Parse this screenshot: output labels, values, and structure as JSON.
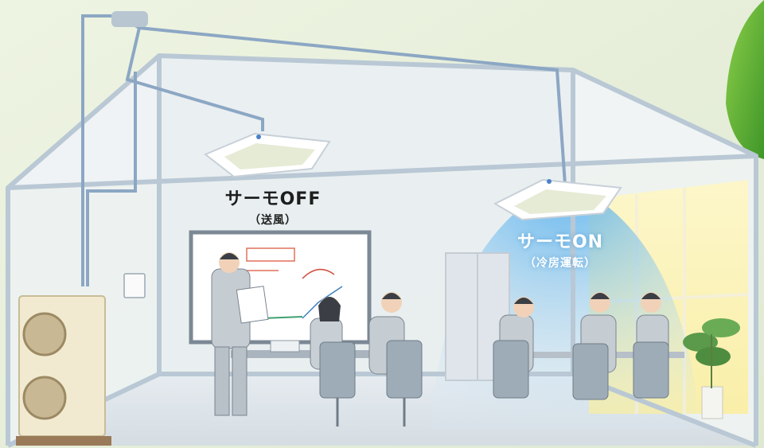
{
  "units": {
    "off": {
      "title": "サーモOFF",
      "mode": "（送風）"
    },
    "on": {
      "title": "サーモON",
      "mode": "（冷房運転）"
    }
  },
  "colors": {
    "background": "#e8f0dc",
    "room_frame": "#c4d2dc",
    "piping": "#7a9cc0",
    "cool_air": "#4aa8e8",
    "warm_light": "#fdf4b8",
    "accent_green": "#5aa832"
  }
}
